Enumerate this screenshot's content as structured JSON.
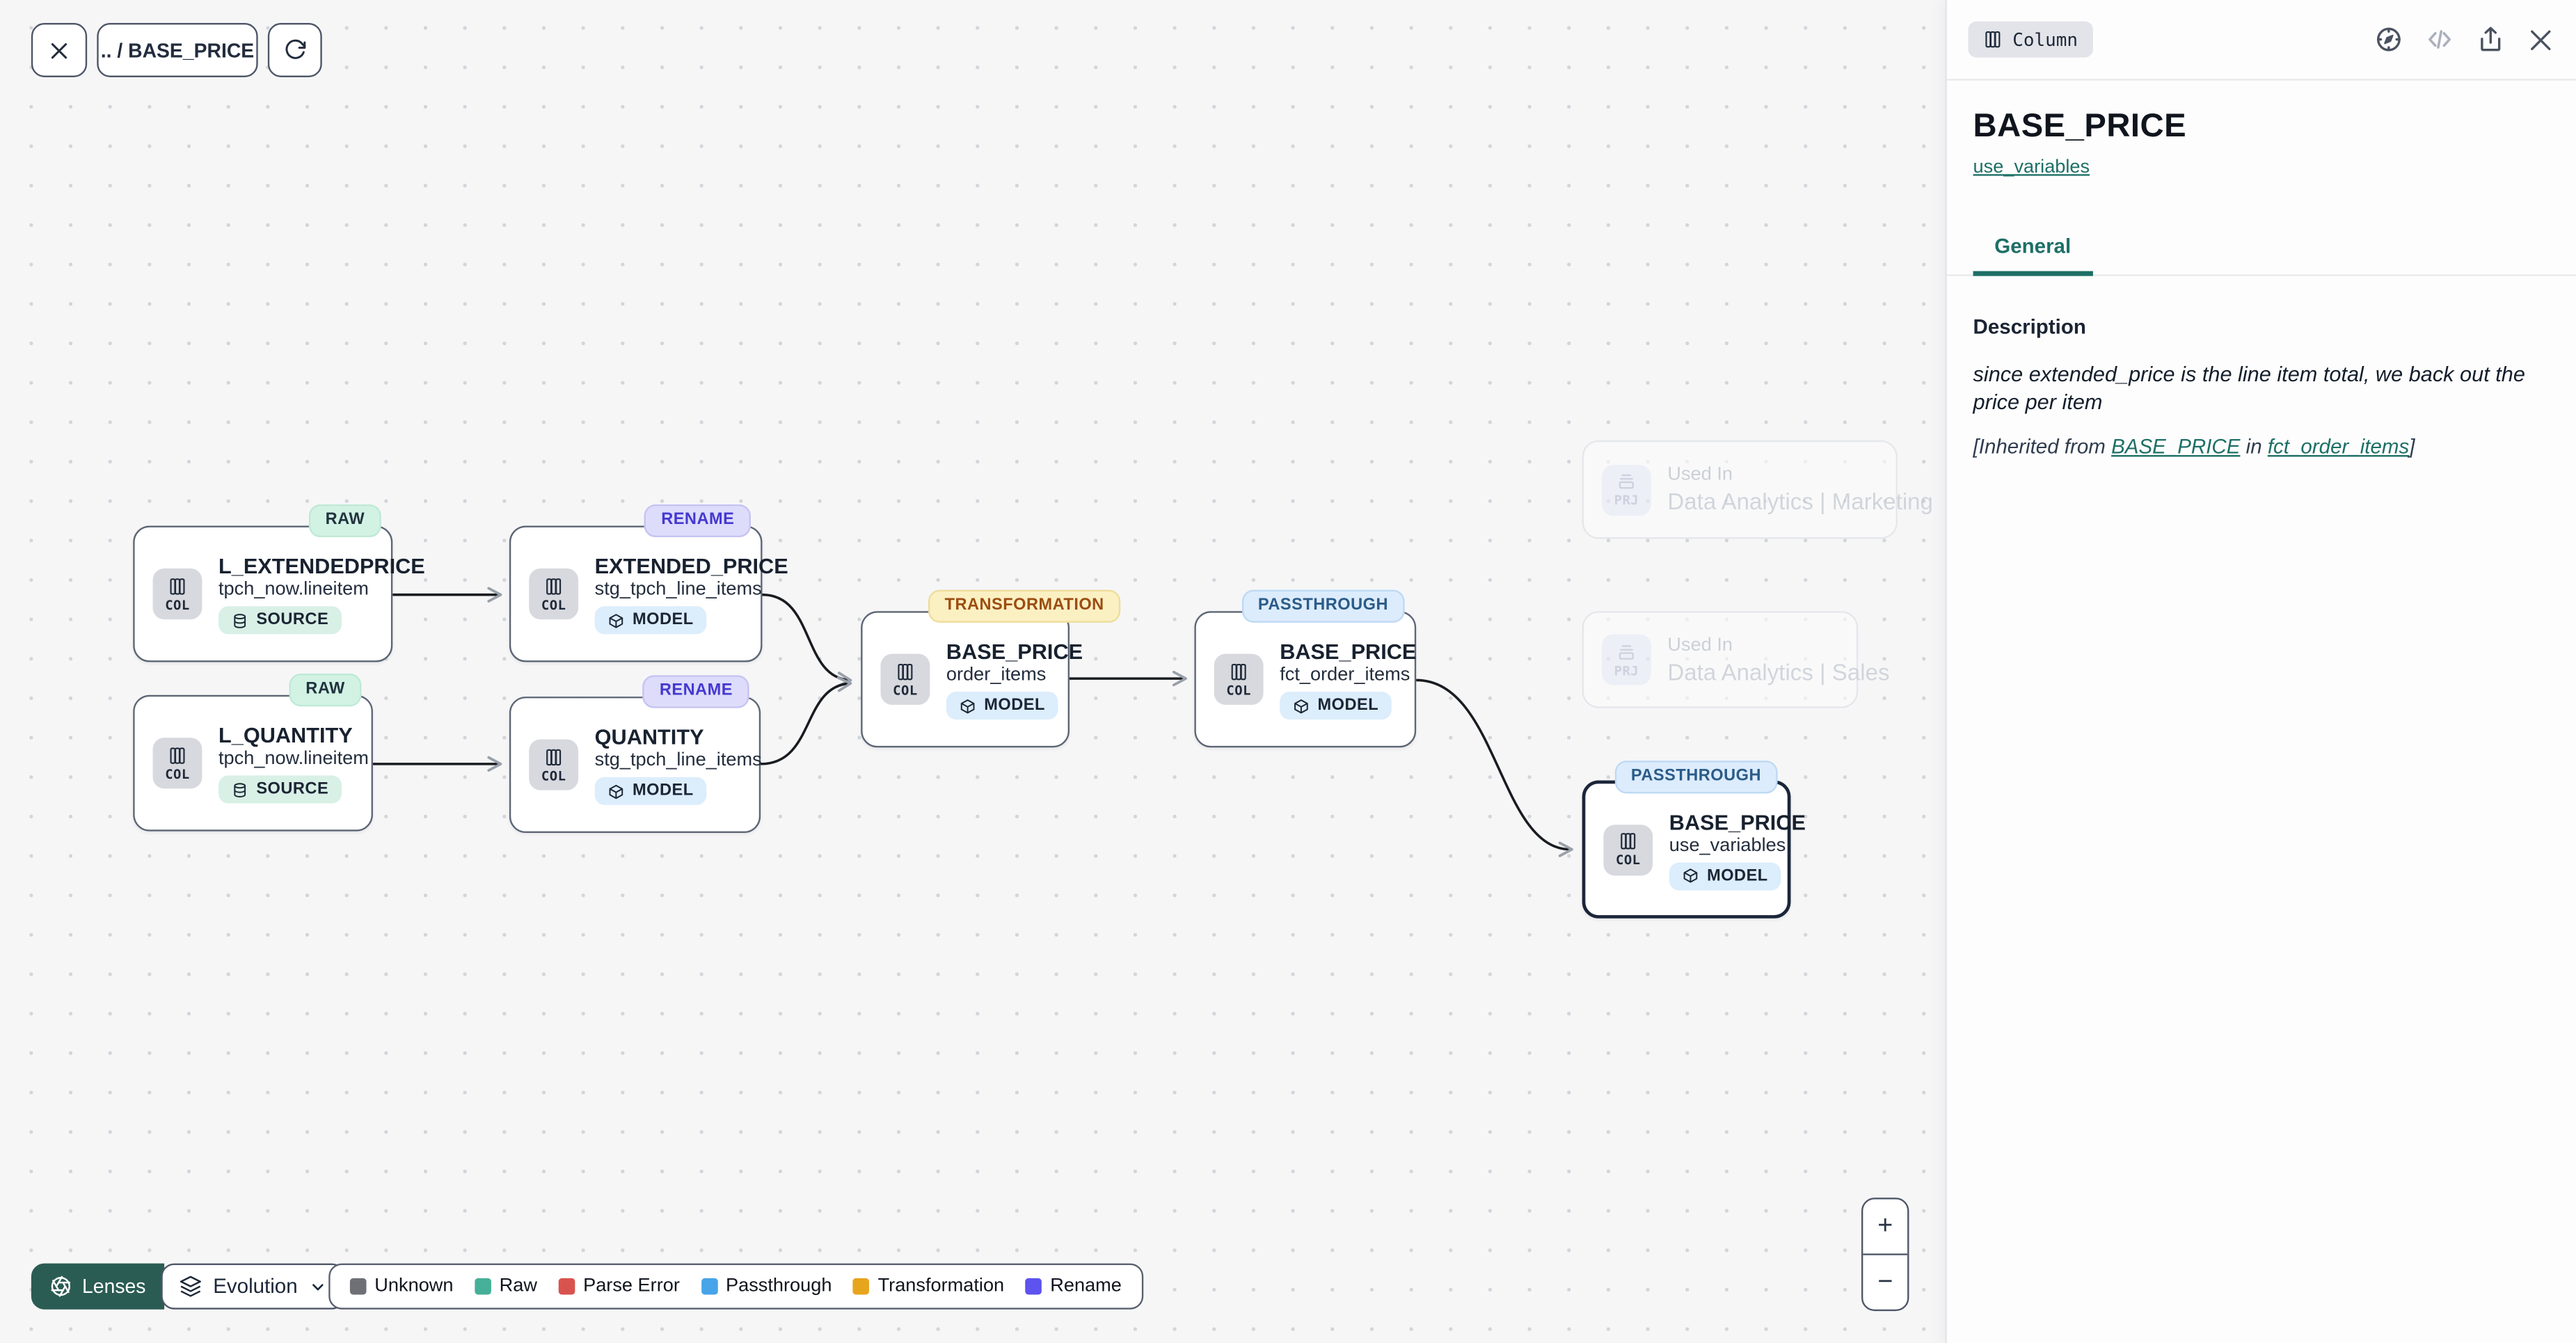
{
  "toolbar": {
    "breadcrumb": ".. / BASE_PRICE"
  },
  "canvas": {
    "nodes": [
      {
        "tag": "RAW",
        "kind": "COL",
        "title": "L_EXTENDEDPRICE",
        "subtitle": "tpch_now.lineitem",
        "pill": "SOURCE"
      },
      {
        "tag": "RENAME",
        "kind": "COL",
        "title": "EXTENDED_PRICE",
        "subtitle": "stg_tpch_line_items",
        "pill": "MODEL"
      },
      {
        "tag": "RAW",
        "kind": "COL",
        "title": "L_QUANTITY",
        "subtitle": "tpch_now.lineitem",
        "pill": "SOURCE"
      },
      {
        "tag": "RENAME",
        "kind": "COL",
        "title": "QUANTITY",
        "subtitle": "stg_tpch_line_items",
        "pill": "MODEL"
      },
      {
        "tag": "TRANSFORMATION",
        "kind": "COL",
        "title": "BASE_PRICE",
        "subtitle": "order_items",
        "pill": "MODEL"
      },
      {
        "tag": "PASSTHROUGH",
        "kind": "COL",
        "title": "BASE_PRICE",
        "subtitle": "fct_order_items",
        "pill": "MODEL"
      },
      {
        "tag": "PASSTHROUGH",
        "kind": "COL",
        "title": "BASE_PRICE",
        "subtitle": "use_variables",
        "pill": "MODEL",
        "selected": true
      }
    ],
    "used_in": [
      {
        "kind": "PRJ",
        "label": "Used In",
        "project": "Data Analytics | Marketing"
      },
      {
        "kind": "PRJ",
        "label": "Used In",
        "project": "Data Analytics | Sales"
      }
    ]
  },
  "lenses": {
    "button_label": "Lenses",
    "selected_lens": "Evolution"
  },
  "legend": {
    "items": [
      {
        "label": "Unknown",
        "color": "#6e7076"
      },
      {
        "label": "Raw",
        "color": "#45b097"
      },
      {
        "label": "Parse Error",
        "color": "#d9534e"
      },
      {
        "label": "Passthrough",
        "color": "#47a4e8"
      },
      {
        "label": "Transformation",
        "color": "#e7a51d"
      },
      {
        "label": "Rename",
        "color": "#5d53ee"
      }
    ]
  },
  "zoom_controls": {
    "zoom_in": "+",
    "zoom_out": "−"
  },
  "panel": {
    "type_badge": "Column",
    "title": "BASE_PRICE",
    "model_link": "use_variables",
    "tabs": [
      {
        "label": "General"
      }
    ],
    "description_heading": "Description",
    "description_text": "since extended_price is the line item total, we back out the price per item",
    "inherited": {
      "prefix": "[Inherited from ",
      "link_column": "BASE_PRICE",
      "middle": " in ",
      "link_model": "fct_order_items",
      "suffix": "]"
    }
  },
  "colors": {
    "accent_teal": "#1d6f66",
    "lenses_button": "#2b5c53",
    "selected_node_border": "#1b2639"
  }
}
